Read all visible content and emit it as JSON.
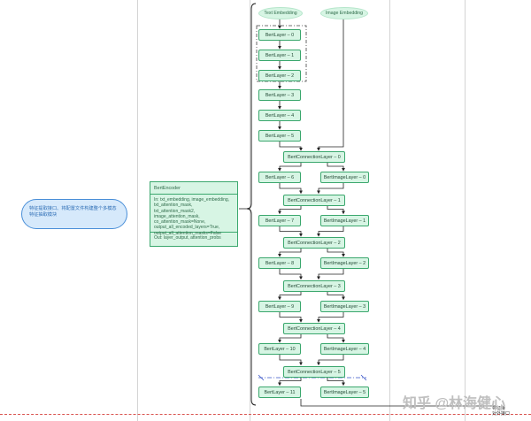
{
  "left_node": {
    "text": "特征提取接口、将配置文件构建整个多模态特征抽取模块"
  },
  "encoder": {
    "title": "BertEncoder",
    "inputs": [
      "In:  txt_embedding, image_embedding,",
      "txt_attention_mask,",
      "txt_attention_mask2,",
      "image_attention_mask,",
      "co_attention_mask=None,",
      "output_all_encoded_layers=True,",
      "output_all_attention_masks=False"
    ],
    "output": "Out:  layer_output, attention_probs"
  },
  "inputs": {
    "text": "Text Embedding",
    "image": "Image Embedding"
  },
  "bert_layers_group": [
    "BertLayer – 0",
    "BertLayer – 1",
    "BertLayer – 2"
  ],
  "bert_layers_single": [
    "BertLayer – 3",
    "BertLayer – 4",
    "BertLayer – 5"
  ],
  "stages": [
    {
      "conn": "BertConnectionLayer – 0",
      "text": "BertLayer – 6",
      "image": "BertImageLayer – 0"
    },
    {
      "conn": "BertConnectionLayer – 1",
      "text": "BertLayer – 7",
      "image": "BertImageLayer – 1"
    },
    {
      "conn": "BertConnectionLayer – 2",
      "text": "BertLayer – 8",
      "image": "BertImageLayer – 2"
    },
    {
      "conn": "BertConnectionLayer – 3",
      "text": "BertLayer – 9",
      "image": "BertImageLayer – 3"
    },
    {
      "conn": "BertConnectionLayer – 4",
      "text": "BertLayer – 10",
      "image": "BertImageLayer – 4"
    },
    {
      "conn": "BertConnectionLayer – 5",
      "text": "BertLayer – 11",
      "image": "BertImageLayer – 5"
    }
  ],
  "external_label": [
    "特征接  ",
    "对外接口"
  ],
  "watermark": "知乎 @林海健心",
  "colors": {
    "node_fill": "#d7f5e4",
    "node_border": "#3aa76d",
    "pill_fill": "#d6e9fb",
    "pill_border": "#4a8fd8"
  }
}
